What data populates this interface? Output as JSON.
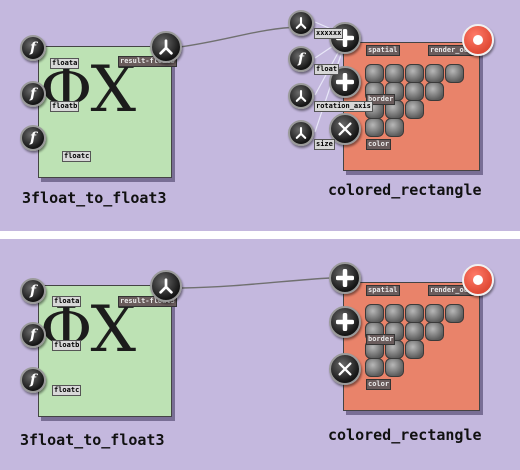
{
  "top": {
    "left_node": {
      "title": "3float_to_float3",
      "symbol": "ΦX",
      "inputs": [
        {
          "label": "floata",
          "icon": "f-icon"
        },
        {
          "label": "floatb",
          "icon": "f-icon"
        },
        {
          "label": "floatc",
          "icon": "f-icon"
        }
      ],
      "output": {
        "label": "result-float3",
        "icon": "tripod-icon"
      }
    },
    "right_node": {
      "title": "colored_rectangle",
      "inputs": [
        {
          "label": "spatial",
          "icon": "cross-icon"
        },
        {
          "label": "border",
          "icon": "cross-icon"
        },
        {
          "label": "color",
          "icon": "x-icon"
        }
      ],
      "output": {
        "label": "render_out",
        "icon": "target-icon"
      }
    },
    "popup_inputs": [
      {
        "label": "xxxxxx",
        "icon": "tripod-icon"
      },
      {
        "label": "float",
        "icon": "f-icon"
      },
      {
        "label": "rotation_axis",
        "icon": "tripod-icon"
      },
      {
        "label": "size",
        "icon": "tripod-icon"
      }
    ]
  },
  "bottom": {
    "left_node": {
      "title": "3float_to_float3",
      "symbol": "ΦX",
      "inputs": [
        {
          "label": "floata",
          "icon": "f-icon"
        },
        {
          "label": "floatb",
          "icon": "f-icon"
        },
        {
          "label": "floatc",
          "icon": "f-icon"
        }
      ],
      "output": {
        "label": "result-float3",
        "icon": "tripod-icon"
      }
    },
    "right_node": {
      "title": "colored_rectangle",
      "inputs": [
        {
          "label": "spatial",
          "icon": "cross-icon"
        },
        {
          "label": "border",
          "icon": "cross-icon"
        },
        {
          "label": "color",
          "icon": "x-icon"
        }
      ],
      "output": {
        "label": "render_out",
        "icon": "target-icon"
      }
    }
  },
  "colors": {
    "background": "#c4b8de",
    "left_node_fill": "#bde2b4",
    "right_node_fill": "#e9836a",
    "port": "#141414",
    "wire": "#6e6e6e"
  }
}
